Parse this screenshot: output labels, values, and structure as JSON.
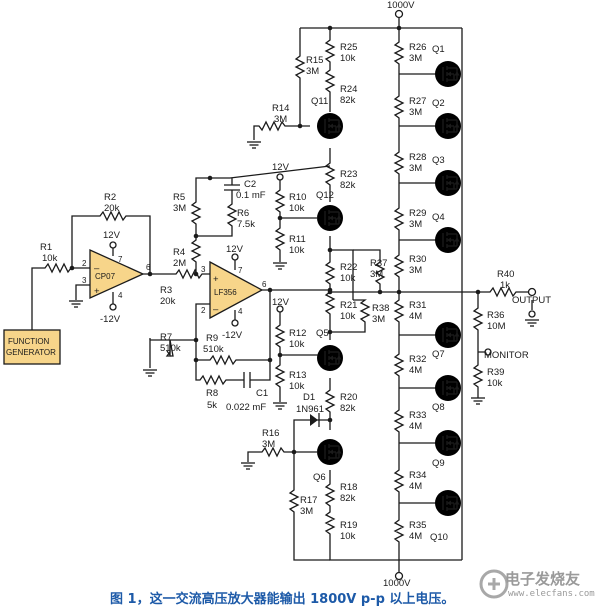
{
  "supply": {
    "top": "1000V",
    "bottom": "1000V"
  },
  "generator": {
    "line1": "FUNCTION",
    "line2": "GENERATOR"
  },
  "opamps": {
    "u1": {
      "name": "CP07",
      "vpos": "12V",
      "vneg": "-12V"
    },
    "u2": {
      "name": "LF356",
      "vpos": "12V",
      "vneg": "-12V"
    }
  },
  "pins": {
    "p2": "2",
    "p3": "3",
    "p4": "4",
    "p6": "6",
    "p7": "7"
  },
  "resistors": {
    "R1": [
      "R1",
      "10k"
    ],
    "R2": [
      "R2",
      "20k"
    ],
    "R3": [
      "R3",
      "20k"
    ],
    "R4": [
      "R4",
      "2M"
    ],
    "R5": [
      "R5",
      "3M"
    ],
    "R6": [
      "R6",
      "7.5k"
    ],
    "R7": [
      "R7",
      "510k"
    ],
    "R8": [
      "R8",
      "5k"
    ],
    "R9": [
      "R9",
      "510k"
    ],
    "R10": [
      "R10",
      "10k"
    ],
    "R11": [
      "R11",
      "10k"
    ],
    "R12": [
      "R12",
      "10k"
    ],
    "R13": [
      "R13",
      "10k"
    ],
    "R14": [
      "R14",
      "3M"
    ],
    "R15": [
      "R15",
      "3M"
    ],
    "R16": [
      "R16",
      "3M"
    ],
    "R17": [
      "R17",
      "3M"
    ],
    "R18": [
      "R18",
      "82k"
    ],
    "R19": [
      "R19",
      "10k"
    ],
    "R20": [
      "R20",
      "82k"
    ],
    "R21": [
      "R21",
      "10k"
    ],
    "R22": [
      "R22",
      "10k"
    ],
    "R23": [
      "R23",
      "82k"
    ],
    "R24": [
      "R24",
      "82k"
    ],
    "R25": [
      "R25",
      "10k"
    ],
    "R26": [
      "R26",
      "3M"
    ],
    "R27": [
      "R27",
      "3M"
    ],
    "R28": [
      "R28",
      "3M"
    ],
    "R29": [
      "R29",
      "3M"
    ],
    "R30": [
      "R30",
      "3M"
    ],
    "R31": [
      "R31",
      "4M"
    ],
    "R32": [
      "R32",
      "4M"
    ],
    "R33": [
      "R33",
      "4M"
    ],
    "R34": [
      "R34",
      "4M"
    ],
    "R35": [
      "R35",
      "4M"
    ],
    "R36": [
      "R36",
      "10M"
    ],
    "R37": [
      "R37",
      "3M"
    ],
    "R38": [
      "R38",
      "3M"
    ],
    "R39": [
      "R39",
      "10k"
    ],
    "R40": [
      "R40",
      "1k"
    ]
  },
  "caps": {
    "C1": [
      "C1",
      "0.022 mF"
    ],
    "C2": [
      "C2",
      "0.1 mF"
    ]
  },
  "diode": {
    "name": "D1",
    "part": "1N961"
  },
  "transistors": [
    "Q1",
    "Q2",
    "Q3",
    "Q4",
    "Q5",
    "Q6",
    "Q7",
    "Q8",
    "Q9",
    "Q10",
    "Q11",
    "Q12"
  ],
  "rails": {
    "v12": "12V"
  },
  "io": {
    "output": "OUTPUT",
    "monitor": "MONITOR"
  },
  "caption": "图 1，这一交流高压放大器能输出 1800V p-p 以上电压。",
  "watermark": {
    "text": "电子发烧友",
    "url": "www.elecfans.com"
  }
}
